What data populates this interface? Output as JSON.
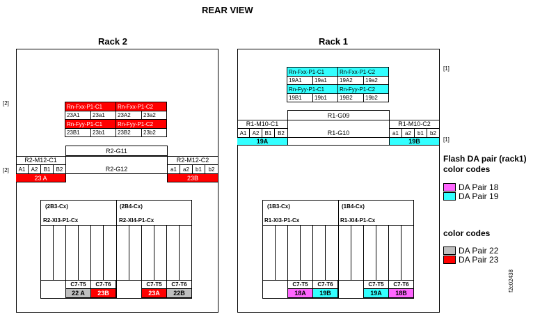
{
  "header": {
    "title": "REAR VIEW"
  },
  "rack2": {
    "title": "Rack 2",
    "note_top": "[2]",
    "note_mid": "[2]",
    "flash": {
      "row1": [
        "Rn-Fxx-P1-C1",
        "Rn-Fxx-P1-C2"
      ],
      "row1_sub": [
        "23A1",
        "23a1",
        "23A2",
        "23a2"
      ],
      "row2": [
        "Rn-Fyy-P1-C1",
        "Rn-Fyy-P1-C2"
      ],
      "row2_sub": [
        "23B1",
        "23b1",
        "23B2",
        "23b2"
      ]
    },
    "g11": "R2-G11",
    "g12": "R2-G12",
    "left_card": {
      "name": "R2-M12-C1",
      "ports": [
        "A1",
        "A2",
        "B1",
        "B2"
      ],
      "pair": "23 A"
    },
    "right_card": {
      "name": "R2-M12-C2",
      "ports": [
        "a1",
        "a2",
        "b1",
        "b2"
      ],
      "pair": "23B"
    },
    "drawer_left": {
      "code": "(2B3-Cx)",
      "name": "R2-XI3-P1-Cx",
      "slots": [
        "C7-T5",
        "C7-T6"
      ],
      "pairs": [
        "22 A",
        "23B"
      ]
    },
    "drawer_right": {
      "code": "(2B4-Cx)",
      "name": "R2-XI4-P1-Cx",
      "slots": [
        "C7-T5",
        "C7-T6"
      ],
      "pairs": [
        "23A",
        "22B"
      ]
    }
  },
  "rack1": {
    "title": "Rack 1",
    "note_top": "[1]",
    "note_mid": "[1]",
    "flash": {
      "row1": [
        "Rn-Fxx-P1-C1",
        "Rn-Fxx-P1-C2"
      ],
      "row1_sub": [
        "19A1",
        "19a1",
        "19A2",
        "19a2"
      ],
      "row2": [
        "Rn-Fyy-P1-C1",
        "Rn-Fyy-P1-C2"
      ],
      "row2_sub": [
        "19B1",
        "19b1",
        "19B2",
        "19b2"
      ]
    },
    "g09": "R1-G09",
    "g10": "R1-G10",
    "left_card": {
      "name": "R1-M10-C1",
      "ports": [
        "A1",
        "A2",
        "B1",
        "B2"
      ],
      "pair": "19A"
    },
    "right_card": {
      "name": "R1-M10-C2",
      "ports": [
        "a1",
        "a2",
        "b1",
        "b2"
      ],
      "pair": "19B"
    },
    "drawer_left": {
      "code": "(1B3-Cx)",
      "name": "R1-XI3-P1-Cx",
      "slots": [
        "C7-T5",
        "C7-T6"
      ],
      "pairs": [
        "18A",
        "19B"
      ]
    },
    "drawer_right": {
      "code": "(1B4-Cx)",
      "name": "R1-XI4-P1-Cx",
      "slots": [
        "C7-T5",
        "C7-T6"
      ],
      "pairs": [
        "19A",
        "18B"
      ]
    }
  },
  "legend": {
    "flash_title_line1": "Flash DA pair (rack1)",
    "flash_title_line2": "color codes",
    "flash_items": [
      {
        "label": "DA Pair 18",
        "color": "#ff66ff"
      },
      {
        "label": "DA Pair 19",
        "color": "#33ffff"
      }
    ],
    "codes_title": "color codes",
    "codes_items": [
      {
        "label": "DA Pair 22",
        "color": "#bfbfbf"
      },
      {
        "label": "DA Pair 23",
        "color": "#ff0000"
      }
    ]
  },
  "figure_id": "f2c02438",
  "colors": {
    "red": "#ff0000",
    "cyan": "#33ffff",
    "pink": "#ff66ff",
    "gray": "#bfbfbf"
  }
}
